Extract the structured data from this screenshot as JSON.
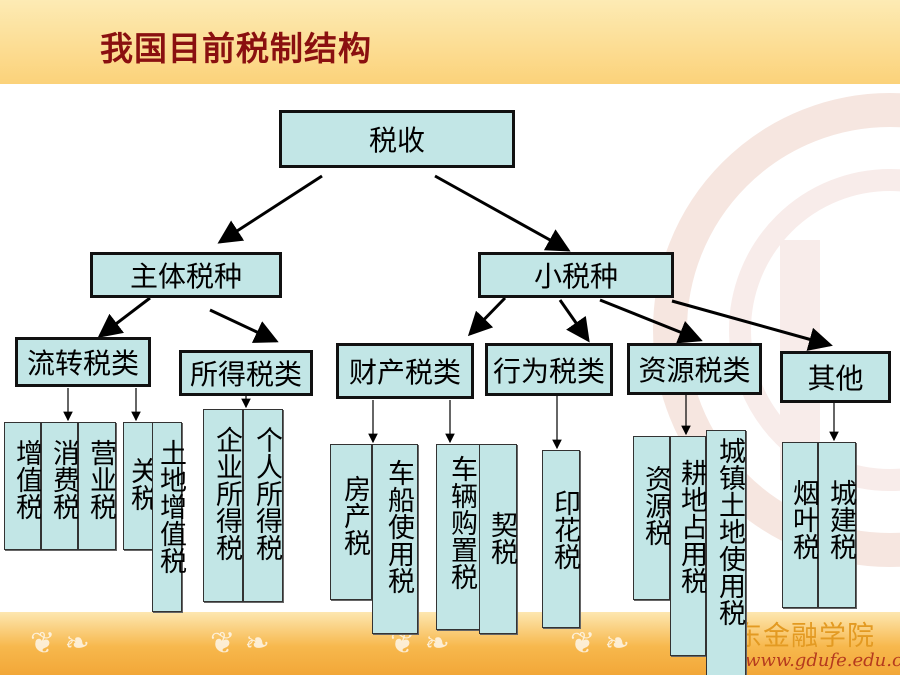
{
  "title": "我国目前税制结构",
  "root": "税收",
  "level1": {
    "main": "主体税种",
    "minor": "小税种"
  },
  "categories": {
    "turnover": "流转税类",
    "income": "所得税类",
    "property": "财产税类",
    "behavior": "行为税类",
    "resource": "资源税类",
    "other": "其他"
  },
  "taxes": {
    "vat": "增值税",
    "consumption": "消费税",
    "business": "营业税",
    "customs": "关税",
    "land_vat": "土地增值税",
    "corporate_income": "企业所得税",
    "personal_income": "个人所得税",
    "house": "房产税",
    "vehicle_vessel": "车船使用税",
    "vehicle_purchase": "车辆购置税",
    "deed": "契税",
    "stamp": "印花税",
    "resource": "资源税",
    "farmland": "耕地占用税",
    "urban_land": "城镇土地使用税",
    "tobacco_leaf": "烟叶税",
    "urban_construction": "城建税"
  },
  "footer": {
    "school": "东金融学院",
    "url": "www.gdufe.edu.cn"
  },
  "colors": {
    "box_fill": "#c2e6e6",
    "title": "#8a1010",
    "header_band": "#fbd27a",
    "footer_band": "#f7b84d"
  }
}
